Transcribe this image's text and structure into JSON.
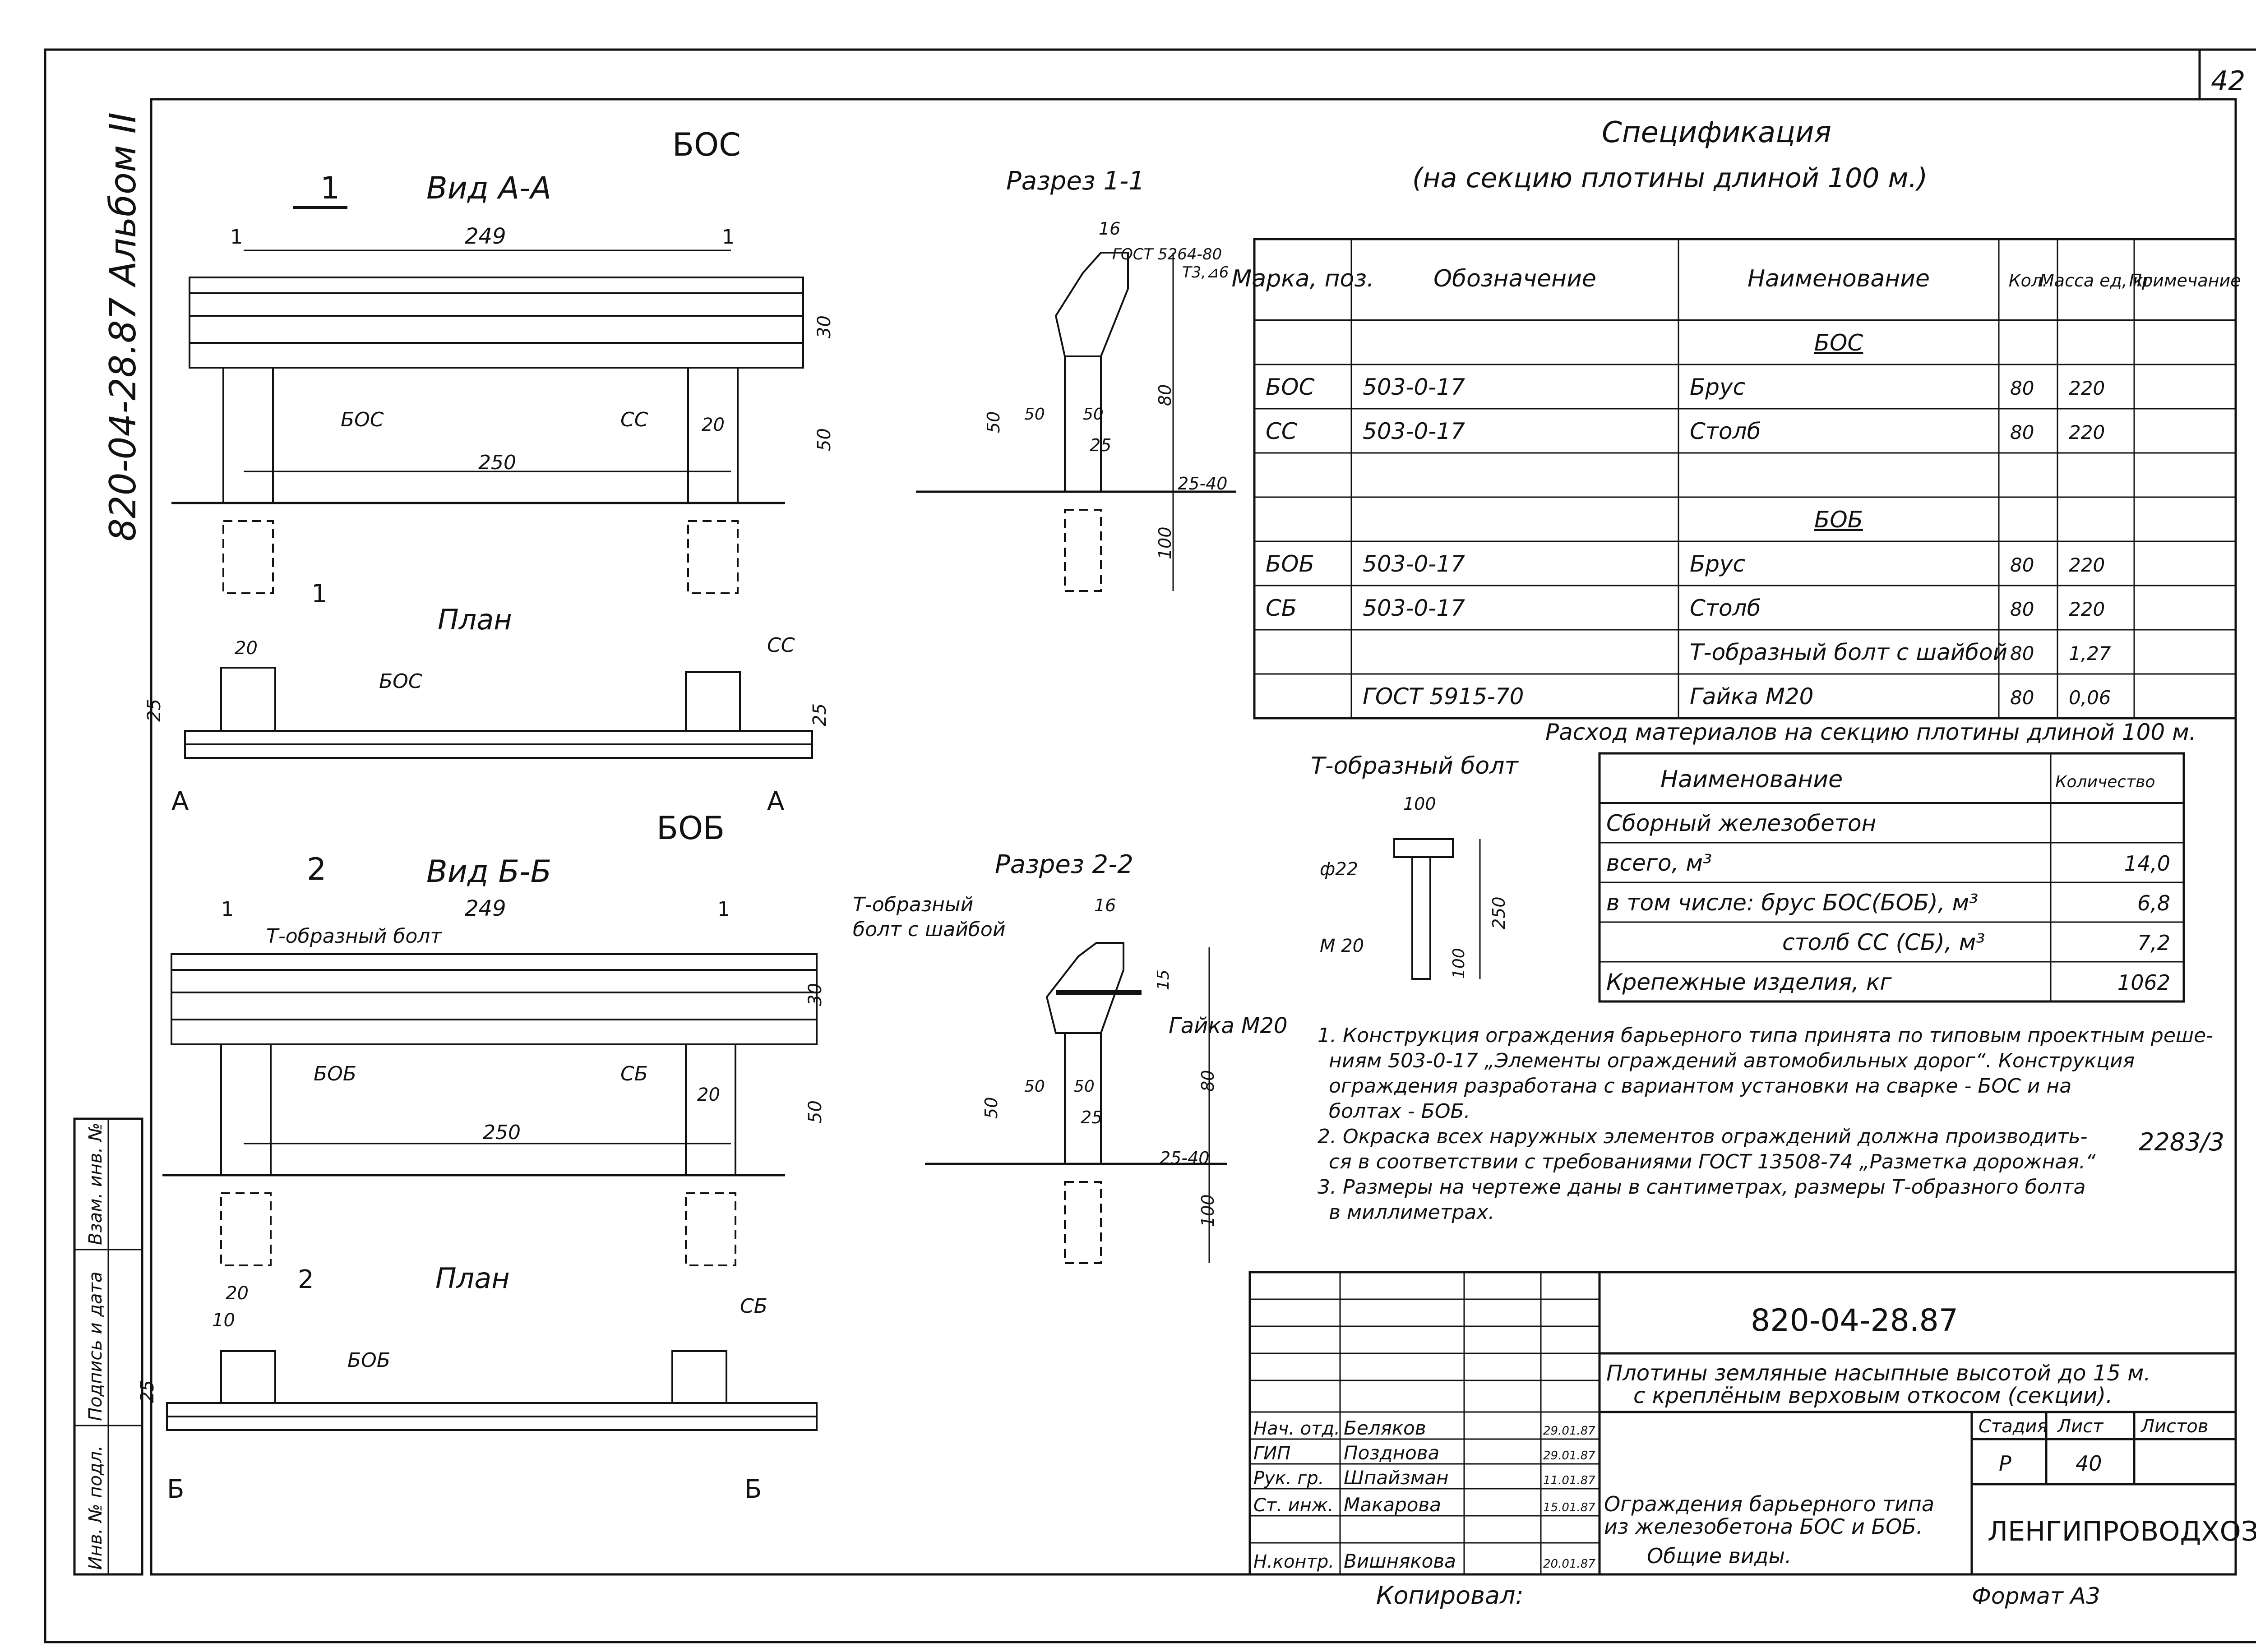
{
  "page_number": "42",
  "side_label": "820-04-28.87  Альбом II",
  "boc": {
    "title": "БОС",
    "view": "Вид А-А",
    "section": "Разрез 1-1",
    "section_mark": "1",
    "plan": "План",
    "dims": {
      "span": "249",
      "post_span": "250",
      "pitch": "1",
      "h30": "30",
      "h50": "50",
      "w20": "20",
      "w25": "25",
      "h80": "80",
      "h100": "100",
      "d16": "16",
      "d50": "50",
      "d25": "25",
      "ground": "25-40"
    },
    "labels": {
      "boc": "БОС",
      "cc": "СС",
      "gost": "ГОСТ 5264-80",
      "weld": "Т3,⊿6",
      "a_left": "А",
      "a_right": "А"
    }
  },
  "bob": {
    "title": "БОБ",
    "view": "Вид Б-Б",
    "section": "Разрез 2-2",
    "section_mark": "2",
    "plan": "План",
    "dims": {
      "span": "249",
      "post_span": "250",
      "pitch": "1",
      "h30": "30",
      "h50": "50",
      "w20": "20",
      "w10": "10",
      "w25": "25",
      "h80": "80",
      "h100": "100",
      "d16": "16",
      "h15": "15",
      "d50": "50",
      "d25": "25",
      "ground": "25-40"
    },
    "labels": {
      "bob": "БОБ",
      "sb": "СБ",
      "tbolt": "Т-образный болт",
      "tbolt_washer_1": "Т-образный",
      "tbolt_washer_2": "болт с шайбой",
      "nut": "Гайка М20",
      "b_left": "Б",
      "b_right": "Б"
    }
  },
  "tbolt_detail": {
    "title": "Т-образный болт",
    "w100": "100",
    "dia": "ф22",
    "l250": "250",
    "thread": "М 20",
    "t100": "100"
  },
  "spec": {
    "title": "Спецификация",
    "subtitle": "(на секцию плотины длиной 100 м.)",
    "headers": [
      "Марка, поз.",
      "Обозначение",
      "Наименование",
      "Кол.",
      "Масса ед, кг",
      "Примечание"
    ],
    "rows": [
      [
        "",
        "",
        "БОС",
        "",
        "",
        ""
      ],
      [
        "БОС",
        "503-0-17",
        "Брус",
        "80",
        "220",
        ""
      ],
      [
        "СС",
        "503-0-17",
        "Столб",
        "80",
        "220",
        ""
      ],
      [
        "",
        "",
        "",
        "",
        "",
        ""
      ],
      [
        "",
        "",
        "БОБ",
        "",
        "",
        ""
      ],
      [
        "БОБ",
        "503-0-17",
        "Брус",
        "80",
        "220",
        ""
      ],
      [
        "СБ",
        "503-0-17",
        "Столб",
        "80",
        "220",
        ""
      ],
      [
        "",
        "",
        "Т-образный болт с шайбой",
        "80",
        "1,27",
        ""
      ],
      [
        "",
        "ГОСТ 5915-70",
        "Гайка М20",
        "80",
        "0,06",
        ""
      ]
    ]
  },
  "materials": {
    "title": "Расход материалов на секцию плотины длиной 100 м.",
    "headers": [
      "Наименование",
      "Количество"
    ],
    "rows": [
      [
        "Сборный железобетон",
        ""
      ],
      [
        "всего,  м³",
        "14,0"
      ],
      [
        "в том числе: брус БОС(БОБ),  м³",
        "6,8"
      ],
      [
        "столб СС (СБ),  м³",
        "7,2"
      ],
      [
        "Крепежные изделия, кг",
        "1062"
      ]
    ]
  },
  "notes": [
    "1. Конструкция ограждения барьерного типа принята по типовым проектным реше-",
    "ниям 503-0-17 „Элементы ограждений автомобильных дорог“. Конструкция",
    "ограждения разработана с вариантом установки на сварке - БОС и на",
    "болтах - БОБ.",
    "2. Окраска всех наружных элементов ограждений должна производить-",
    "ся в соответствии с требованиями ГОСТ 13508-74 „Разметка дорожная.“",
    "3. Размеры на чертеже даны в сантиметрах, размеры Т-образного болта",
    "в миллиметрах."
  ],
  "sheet_code": "2283/3",
  "title_block": {
    "doc_code": "820-04-28.87",
    "project_1": "Плотины земляные насыпные высотой до 15 м.",
    "project_2": "с креплёным верховым откосом (секции).",
    "drawing_1": "Ограждения барьерного типа",
    "drawing_2": "из железобетона БОС и БОБ.",
    "drawing_3": "Общие виды.",
    "stage_h": "Стадия",
    "sheet_h": "Лист",
    "sheets_h": "Листов",
    "stage": "Р",
    "sheet": "40",
    "org": "ЛЕНГИПРОВОДХОЗ",
    "people": [
      [
        "Нач. отд.",
        "Беляков",
        "29.01.87"
      ],
      [
        "ГИП",
        "Позднова",
        "29.01.87"
      ],
      [
        "Рук. гр.",
        "Шпайзман",
        "11.01.87"
      ],
      [
        "Ст. инж.",
        "Макарова",
        "15.01.87"
      ],
      [
        "",
        "",
        ""
      ],
      [
        "Н.контр.",
        "Вишнякова",
        "20.01.87"
      ]
    ],
    "copied": "Копировал:",
    "format": "Формат А3"
  },
  "stamp": [
    "Инв. № подл.",
    "Подпись и дата",
    "Взам. инв. №"
  ]
}
